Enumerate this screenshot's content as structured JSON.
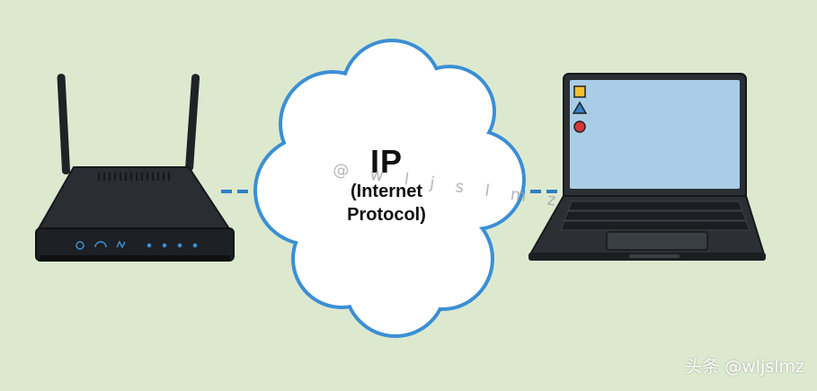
{
  "diagram": {
    "center_title": "IP",
    "center_subtitle_line1": "(Internet",
    "center_subtitle_line2": "Protocol)",
    "nodes": [
      {
        "name": "router",
        "icon": "wifi-router-icon"
      },
      {
        "name": "internet-cloud",
        "icon": "cloud-icon"
      },
      {
        "name": "laptop",
        "icon": "laptop-icon"
      }
    ],
    "screen_icons": [
      "square-icon",
      "triangle-icon",
      "circle-icon"
    ]
  },
  "watermark": "@ w l j s l m z",
  "credit": "头条 @wljslmz",
  "colors": {
    "background": "#dde9cf",
    "link": "#2f7fc0",
    "cloud_outline": "#3b8fd4",
    "router_body": "#25292d",
    "laptop_screen": "#a9cde6",
    "square": "#f0c030",
    "triangle": "#3a7fc2",
    "circle": "#d8343a"
  }
}
